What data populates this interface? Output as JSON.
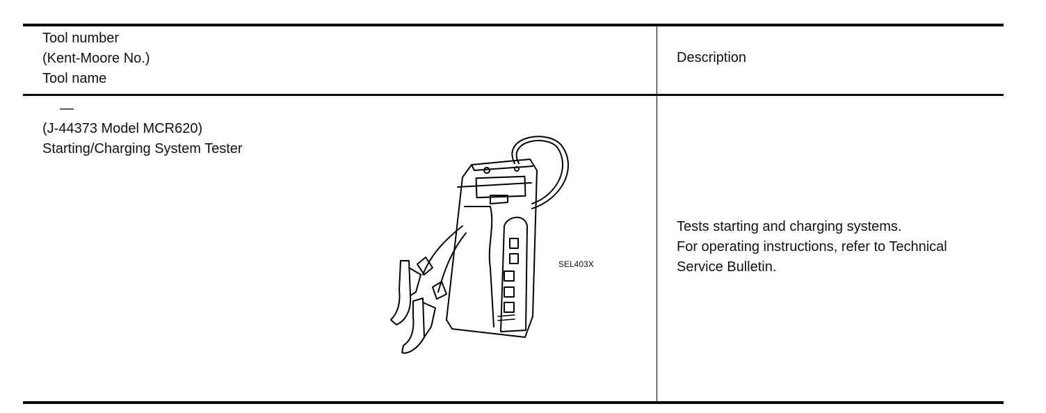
{
  "header": {
    "tool_column": [
      "Tool number",
      "(Kent-Moore No.)",
      "Tool name"
    ],
    "description_column": "Description"
  },
  "row": {
    "tool_number": "—",
    "kent_moore_no": "(J-44373 Model MCR620)",
    "tool_name": "Starting/Charging System Tester",
    "figure_code": "SEL403X",
    "description": [
      "Tests starting and charging systems.",
      "For operating instructions, refer to Technical",
      "Service Bulletin."
    ]
  }
}
